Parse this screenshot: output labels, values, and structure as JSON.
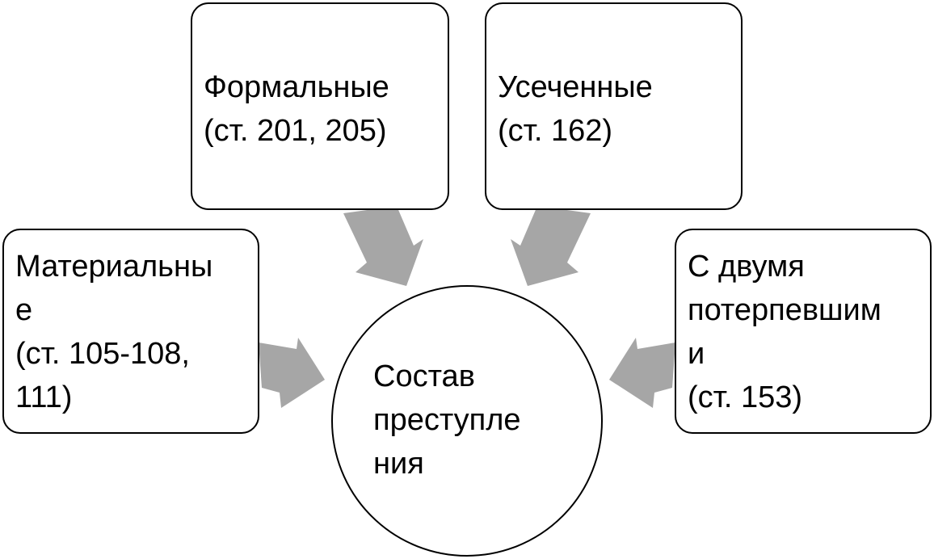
{
  "diagram": {
    "center": {
      "lines": [
        "Состав",
        "преступле",
        "ния"
      ]
    },
    "nodes": {
      "formal": {
        "lines": [
          "Формальные",
          "(ст. 201, 205)"
        ]
      },
      "truncated": {
        "lines": [
          "Усеченные",
          "(ст. 162)"
        ]
      },
      "material": {
        "lines": [
          "Материальны",
          "е",
          "(ст. 105-108,",
          "111)"
        ]
      },
      "two_victims": {
        "lines": [
          "С двумя",
          "потерпевшим",
          "и",
          "(ст. 153)"
        ]
      }
    },
    "colors": {
      "arrow": "#a6a6a6",
      "border": "#000000",
      "text": "#000000",
      "background": "#ffffff"
    }
  }
}
